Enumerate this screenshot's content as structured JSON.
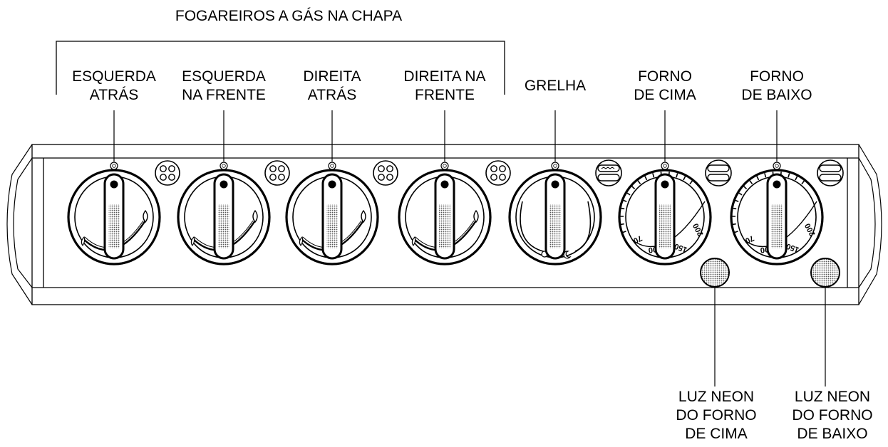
{
  "title": "FOGAREIROS A GÁS NA CHAPA",
  "knobs": [
    {
      "line1": "ESQUERDA",
      "line2": "ATRÁS",
      "type": "gas-burner",
      "indicator": "burner-indicator-four-rings"
    },
    {
      "line1": "ESQUERDA",
      "line2": "NA FRENTE",
      "type": "gas-burner",
      "indicator": "burner-indicator-four-rings"
    },
    {
      "line1": "DIREITA",
      "line2": "ATRÁS",
      "type": "gas-burner",
      "indicator": "burner-indicator-four-rings"
    },
    {
      "line1": "DIREITA NA",
      "line2": "FRENTE",
      "type": "gas-burner",
      "indicator": "burner-indicator-four-rings"
    },
    {
      "line1": "",
      "line2": "GRELHA",
      "type": "grill",
      "indicator": "grill-indicator-icon"
    },
    {
      "line1": "FORNO",
      "line2": "DE CIMA",
      "type": "oven",
      "indicator": "oven-indicator-icon"
    },
    {
      "line1": "FORNO",
      "line2": "DE BAIXO",
      "type": "oven",
      "indicator": "oven-indicator-icon"
    }
  ],
  "oven_scale": [
    "70",
    "100",
    "150",
    "200"
  ],
  "neon_lights": [
    {
      "line1": "LUZ NEON",
      "line2": "DO FORNO",
      "line3": "DE CIMA"
    },
    {
      "line1": "LUZ NEON",
      "line2": "DO FORNO",
      "line3": "DE BAIXO"
    }
  ]
}
